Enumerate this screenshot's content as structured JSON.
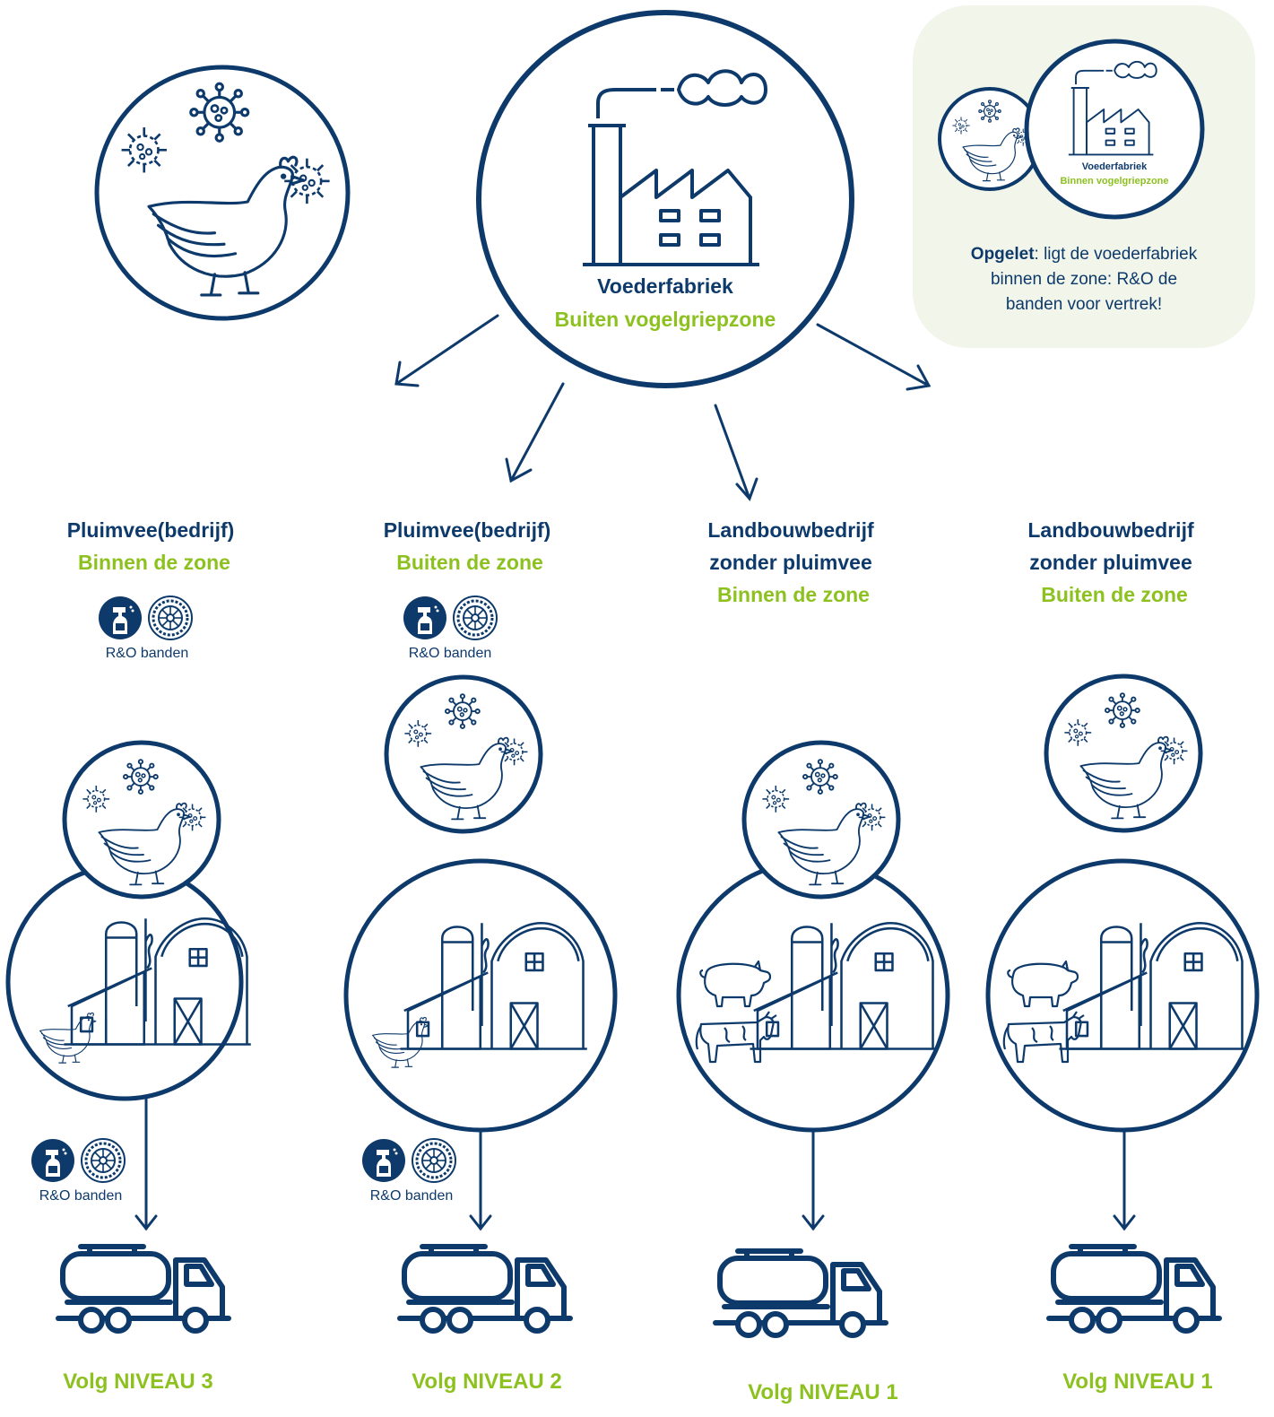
{
  "colors": {
    "navy": "#0d3a6b",
    "green": "#8cc11f",
    "note_background": "#f2f5ea"
  },
  "icons": [
    "virus-icon",
    "chicken-icon",
    "factory-icon",
    "barn-icon",
    "silo-icon",
    "pig-icon",
    "cow-icon",
    "tanker-truck-icon",
    "spray-bottle-icon",
    "tire-icon",
    "arrow-icon"
  ],
  "factory": {
    "title": "Voederfabriek",
    "subtitle": "Buiten vogelgriepzone"
  },
  "note": {
    "mini_title": "Voederfabriek",
    "mini_subtitle": "Binnen vogelgriepzone",
    "bold": "Opgelet",
    "line1": ": ligt de voederfabriek",
    "line2": "binnen de zone: R&O de",
    "line3": "banden voor vertrek!"
  },
  "columns": [
    {
      "line1": "Pluimvee(bedrijf)",
      "zone": "Binnen de zone",
      "top_badge": "R&O banden",
      "bottom_badge": "R&O banden",
      "level": "Volg NIVEAU 3"
    },
    {
      "line1": "Pluimvee(bedrijf)",
      "zone": "Buiten de zone",
      "top_badge": "R&O banden",
      "bottom_badge": "R&O banden",
      "level": "Volg NIVEAU 2"
    },
    {
      "line1": "Landbouwbedrijf",
      "line2": "zonder pluimvee",
      "zone": "Binnen de zone",
      "level": "Volg NIVEAU 1"
    },
    {
      "line1": "Landbouwbedrijf",
      "line2": "zonder pluimvee",
      "zone": "Buiten de zone",
      "level": "Volg NIVEAU 1"
    }
  ]
}
